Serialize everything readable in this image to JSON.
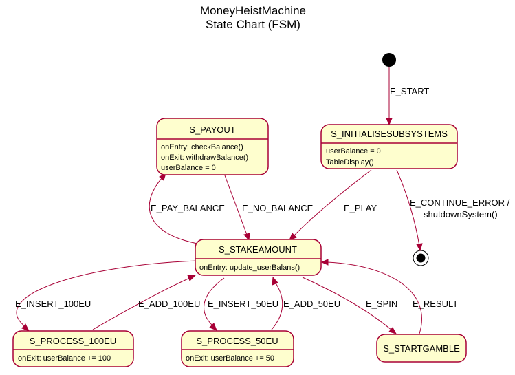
{
  "title": {
    "line1": "MoneyHeistMachine",
    "line2": "State Chart (FSM)"
  },
  "states": {
    "initialise": {
      "name": "S_INITIALISESUBSYSTEMS",
      "lines": [
        "userBalance = 0",
        "TableDisplay()"
      ]
    },
    "payout": {
      "name": "S_PAYOUT",
      "lines": [
        "onEntry: checkBalance()",
        "onExit: withdrawBalance()",
        "userBalance = 0"
      ]
    },
    "stake": {
      "name": "S_STAKEAMOUNT",
      "lines": [
        "onEntry: update_userBalans()"
      ]
    },
    "process100": {
      "name": "S_PROCESS_100EU",
      "lines": [
        "onExit: userBalance += 100"
      ]
    },
    "process50": {
      "name": "S_PROCESS_50EU",
      "lines": [
        "onExit: userBalance += 50"
      ]
    },
    "gamble": {
      "name": "S_STARTGAMBLE"
    }
  },
  "transitions": {
    "start": "E_START",
    "play": "E_PLAY",
    "continue_error_1": "E_CONTINUE_ERROR /",
    "continue_error_2": "shutdownSystem()",
    "pay_balance": "E_PAY_BALANCE",
    "no_balance": "E_NO_BALANCE",
    "insert_100": "E_INSERT_100EU",
    "add_100": "E_ADD_100EU",
    "insert_50": "E_INSERT_50EU",
    "add_50": "E_ADD_50EU",
    "spin": "E_SPIN",
    "result": "E_RESULT"
  },
  "colors": {
    "state_fill": "#FEFECE",
    "border": "#A80036",
    "text": "#000000"
  }
}
